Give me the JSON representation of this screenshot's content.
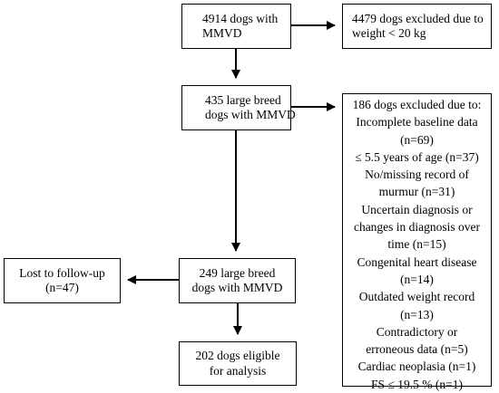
{
  "boxes": {
    "total": {
      "lines": [
        "4914 dogs with",
        "MMVD"
      ]
    },
    "excluded_weight": {
      "lines": [
        "4479 dogs excluded due to",
        "weight < 20 kg"
      ]
    },
    "large_breed": {
      "lines": [
        "435 large breed",
        "dogs with MMVD"
      ]
    },
    "excluded_186": {
      "lines": [
        "186 dogs excluded due to:",
        "Incomplete baseline data",
        "(n=69)",
        "≤ 5.5 years of age (n=37)",
        "No/missing record of",
        "murmur (n=31)",
        "Uncertain diagnosis or",
        "changes in diagnosis over",
        "time (n=15)",
        "Congenital heart disease",
        "(n=14)",
        "Outdated weight record",
        "(n=13)",
        "Contradictory or",
        "erroneous data (n=5)",
        "Cardiac neoplasia (n=1)",
        "FS ≤ 19.5 % (n=1)"
      ]
    },
    "lost_followup": {
      "lines": [
        "Lost to follow-up",
        "(n=47)"
      ]
    },
    "large_breed_249": {
      "lines": [
        "249 large breed",
        "dogs with MMVD"
      ]
    },
    "eligible": {
      "lines": [
        "202 dogs eligible",
        "for analysis"
      ]
    }
  }
}
